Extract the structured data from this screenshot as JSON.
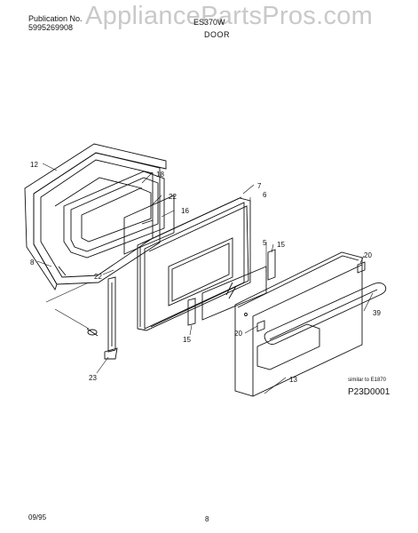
{
  "header": {
    "publication_label": "Publication No.",
    "publication_number": "5995269908",
    "model": "ES370W",
    "section_title": "DOOR",
    "watermark": "AppliancePartsPros.com"
  },
  "diagram": {
    "callouts": [
      "12",
      "18",
      "22",
      "16",
      "7",
      "6",
      "8",
      "5",
      "15",
      "20",
      "22",
      "39",
      "15",
      "20",
      "23",
      "13"
    ],
    "similar_note": "similar to E1870",
    "diagram_code": "P23D0001"
  },
  "footer": {
    "date": "09/95",
    "page": "8"
  }
}
